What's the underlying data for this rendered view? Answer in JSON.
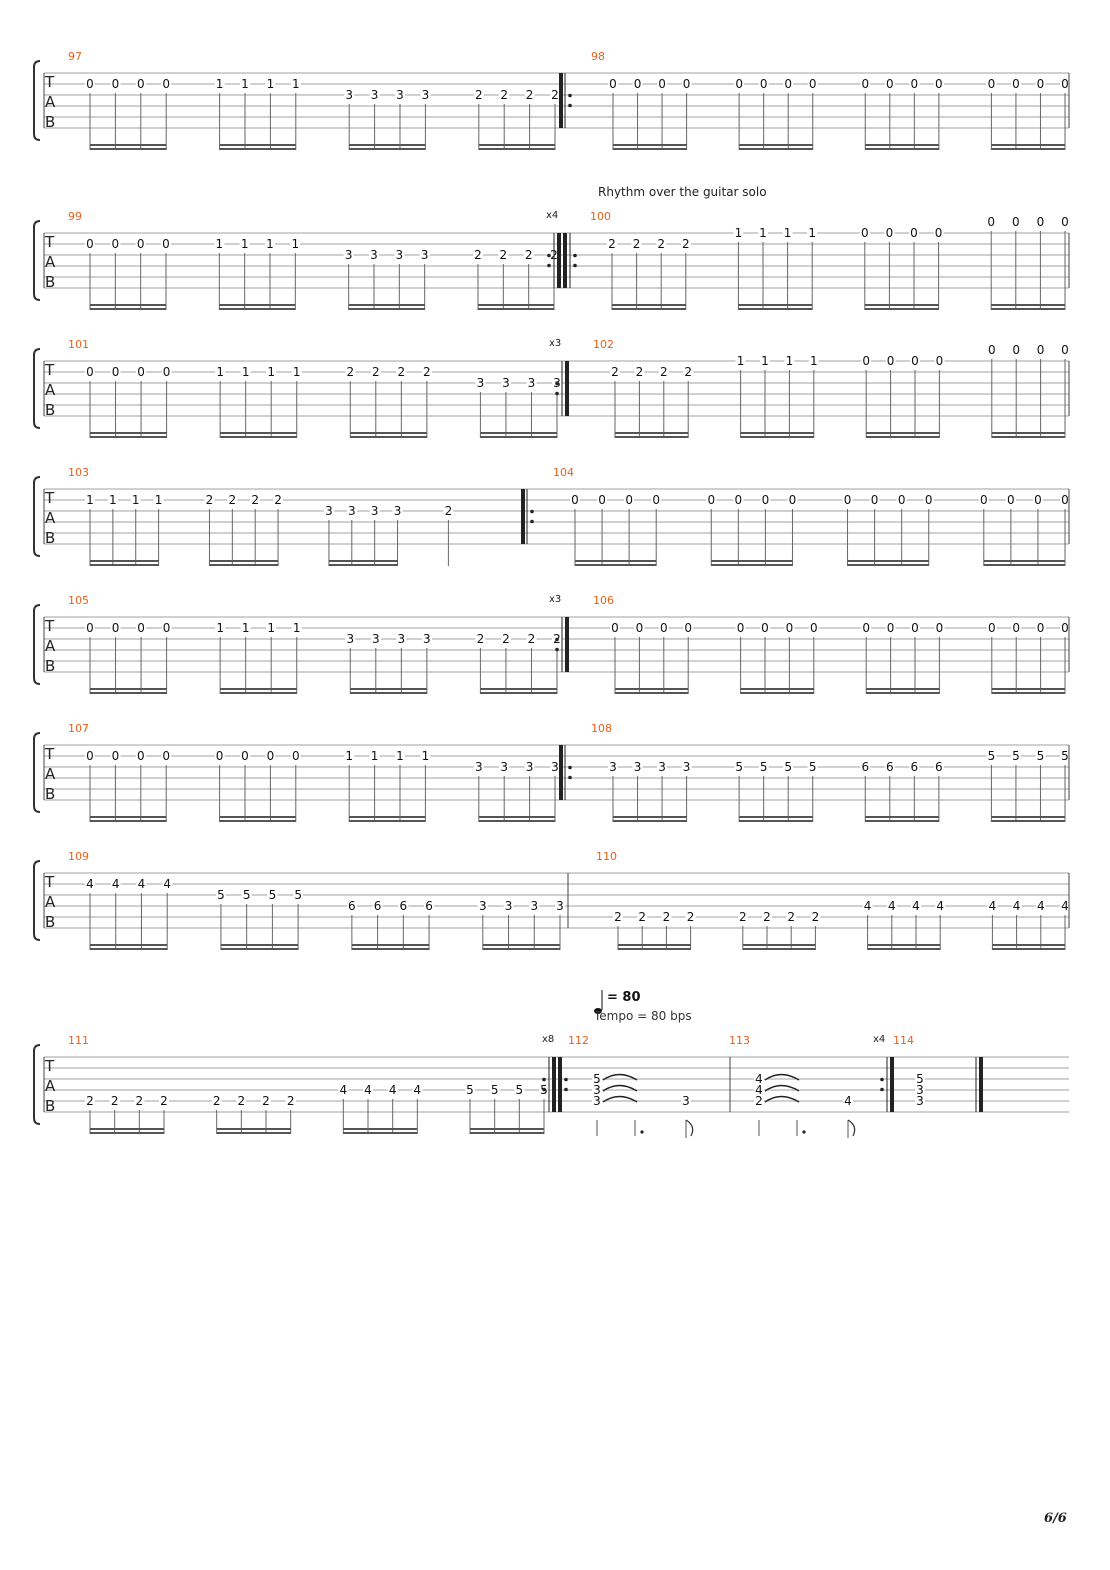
{
  "page": {
    "number_label": "6/6"
  },
  "tab_clef": [
    "T",
    "A",
    "B"
  ],
  "annotations": {
    "rhythm_text": "Rhythm over the guitar solo",
    "tempo_value": "= 80",
    "tempo_text": "Tempo = 80 bps"
  },
  "colors": {
    "measure_number": "#e8601c",
    "staff_line": "#9a9a9a",
    "note": "#111111"
  },
  "measures": [
    {
      "num": "97",
      "notes": [
        [
          0,
          "0"
        ],
        [
          0,
          "0"
        ],
        [
          0,
          "0"
        ],
        [
          0,
          "0"
        ],
        [
          0,
          "1"
        ],
        [
          0,
          "1"
        ],
        [
          0,
          "1"
        ],
        [
          0,
          "1"
        ],
        [
          1,
          "3"
        ],
        [
          1,
          "3"
        ],
        [
          1,
          "3"
        ],
        [
          1,
          "3"
        ],
        [
          1,
          "2"
        ],
        [
          1,
          "2"
        ],
        [
          1,
          "2"
        ],
        [
          1,
          "2"
        ]
      ]
    },
    {
      "num": "98",
      "notes": [
        [
          0,
          "0"
        ],
        [
          0,
          "0"
        ],
        [
          0,
          "0"
        ],
        [
          0,
          "0"
        ],
        [
          0,
          "0"
        ],
        [
          0,
          "0"
        ],
        [
          0,
          "0"
        ],
        [
          0,
          "0"
        ],
        [
          0,
          "0"
        ],
        [
          0,
          "0"
        ],
        [
          0,
          "0"
        ],
        [
          0,
          "0"
        ],
        [
          0,
          "0"
        ],
        [
          0,
          "0"
        ],
        [
          0,
          "0"
        ],
        [
          0,
          "0"
        ]
      ]
    },
    {
      "num": "99",
      "notes": [
        [
          0,
          "0"
        ],
        [
          0,
          "0"
        ],
        [
          0,
          "0"
        ],
        [
          0,
          "0"
        ],
        [
          0,
          "1"
        ],
        [
          0,
          "1"
        ],
        [
          0,
          "1"
        ],
        [
          0,
          "1"
        ],
        [
          1,
          "3"
        ],
        [
          1,
          "3"
        ],
        [
          1,
          "3"
        ],
        [
          1,
          "3"
        ],
        [
          1,
          "2"
        ],
        [
          1,
          "2"
        ],
        [
          1,
          "2"
        ],
        [
          1,
          "2"
        ]
      ]
    },
    {
      "num": "100",
      "notes": [
        [
          0,
          "2"
        ],
        [
          0,
          "2"
        ],
        [
          0,
          "2"
        ],
        [
          0,
          "2"
        ],
        [
          -1,
          "1"
        ],
        [
          -1,
          "1"
        ],
        [
          -1,
          "1"
        ],
        [
          -1,
          "1"
        ],
        [
          -1,
          "0"
        ],
        [
          -1,
          "0"
        ],
        [
          -1,
          "0"
        ],
        [
          -1,
          "0"
        ],
        [
          -2,
          "0"
        ],
        [
          -2,
          "0"
        ],
        [
          -2,
          "0"
        ],
        [
          -2,
          "0"
        ]
      ]
    },
    {
      "num": "101",
      "notes": [
        [
          0,
          "0"
        ],
        [
          0,
          "0"
        ],
        [
          0,
          "0"
        ],
        [
          0,
          "0"
        ],
        [
          0,
          "1"
        ],
        [
          0,
          "1"
        ],
        [
          0,
          "1"
        ],
        [
          0,
          "1"
        ],
        [
          0,
          "2"
        ],
        [
          0,
          "2"
        ],
        [
          0,
          "2"
        ],
        [
          0,
          "2"
        ],
        [
          1,
          "3"
        ],
        [
          1,
          "3"
        ],
        [
          1,
          "3"
        ],
        [
          1,
          "3"
        ]
      ]
    },
    {
      "num": "102",
      "notes": [
        [
          0,
          "2"
        ],
        [
          0,
          "2"
        ],
        [
          0,
          "2"
        ],
        [
          0,
          "2"
        ],
        [
          -1,
          "1"
        ],
        [
          -1,
          "1"
        ],
        [
          -1,
          "1"
        ],
        [
          -1,
          "1"
        ],
        [
          -1,
          "0"
        ],
        [
          -1,
          "0"
        ],
        [
          -1,
          "0"
        ],
        [
          -1,
          "0"
        ],
        [
          -2,
          "0"
        ],
        [
          -2,
          "0"
        ],
        [
          -2,
          "0"
        ],
        [
          -2,
          "0"
        ]
      ]
    },
    {
      "num": "103",
      "notes": [
        [
          0,
          "1"
        ],
        [
          0,
          "1"
        ],
        [
          0,
          "1"
        ],
        [
          0,
          "1"
        ],
        [
          0,
          "2"
        ],
        [
          0,
          "2"
        ],
        [
          0,
          "2"
        ],
        [
          0,
          "2"
        ],
        [
          1,
          "3"
        ],
        [
          1,
          "3"
        ],
        [
          1,
          "3"
        ],
        [
          1,
          "3"
        ],
        [
          1,
          "2"
        ]
      ]
    },
    {
      "num": "104",
      "notes": [
        [
          0,
          "0"
        ],
        [
          0,
          "0"
        ],
        [
          0,
          "0"
        ],
        [
          0,
          "0"
        ],
        [
          0,
          "0"
        ],
        [
          0,
          "0"
        ],
        [
          0,
          "0"
        ],
        [
          0,
          "0"
        ],
        [
          0,
          "0"
        ],
        [
          0,
          "0"
        ],
        [
          0,
          "0"
        ],
        [
          0,
          "0"
        ],
        [
          0,
          "0"
        ],
        [
          0,
          "0"
        ],
        [
          0,
          "0"
        ],
        [
          0,
          "0"
        ]
      ]
    },
    {
      "num": "105",
      "notes": [
        [
          0,
          "0"
        ],
        [
          0,
          "0"
        ],
        [
          0,
          "0"
        ],
        [
          0,
          "0"
        ],
        [
          0,
          "1"
        ],
        [
          0,
          "1"
        ],
        [
          0,
          "1"
        ],
        [
          0,
          "1"
        ],
        [
          1,
          "3"
        ],
        [
          1,
          "3"
        ],
        [
          1,
          "3"
        ],
        [
          1,
          "3"
        ],
        [
          1,
          "2"
        ],
        [
          1,
          "2"
        ],
        [
          1,
          "2"
        ],
        [
          1,
          "2"
        ]
      ]
    },
    {
      "num": "106",
      "notes": [
        [
          0,
          "0"
        ],
        [
          0,
          "0"
        ],
        [
          0,
          "0"
        ],
        [
          0,
          "0"
        ],
        [
          0,
          "0"
        ],
        [
          0,
          "0"
        ],
        [
          0,
          "0"
        ],
        [
          0,
          "0"
        ],
        [
          0,
          "0"
        ],
        [
          0,
          "0"
        ],
        [
          0,
          "0"
        ],
        [
          0,
          "0"
        ],
        [
          0,
          "0"
        ],
        [
          0,
          "0"
        ],
        [
          0,
          "0"
        ],
        [
          0,
          "0"
        ]
      ]
    },
    {
      "num": "107",
      "notes": [
        [
          0,
          "0"
        ],
        [
          0,
          "0"
        ],
        [
          0,
          "0"
        ],
        [
          0,
          "0"
        ],
        [
          0,
          "0"
        ],
        [
          0,
          "0"
        ],
        [
          0,
          "0"
        ],
        [
          0,
          "0"
        ],
        [
          0,
          "1"
        ],
        [
          0,
          "1"
        ],
        [
          0,
          "1"
        ],
        [
          0,
          "1"
        ],
        [
          1,
          "3"
        ],
        [
          1,
          "3"
        ],
        [
          1,
          "3"
        ],
        [
          1,
          "3"
        ]
      ]
    },
    {
      "num": "108",
      "notes": [
        [
          1,
          "3"
        ],
        [
          1,
          "3"
        ],
        [
          1,
          "3"
        ],
        [
          1,
          "3"
        ],
        [
          1,
          "5"
        ],
        [
          1,
          "5"
        ],
        [
          1,
          "5"
        ],
        [
          1,
          "5"
        ],
        [
          1,
          "6"
        ],
        [
          1,
          "6"
        ],
        [
          1,
          "6"
        ],
        [
          1,
          "6"
        ],
        [
          0,
          "5"
        ],
        [
          0,
          "5"
        ],
        [
          0,
          "5"
        ],
        [
          0,
          "5"
        ]
      ]
    },
    {
      "num": "109",
      "notes": [
        [
          0,
          "4"
        ],
        [
          0,
          "4"
        ],
        [
          0,
          "4"
        ],
        [
          0,
          "4"
        ],
        [
          1,
          "5"
        ],
        [
          1,
          "5"
        ],
        [
          1,
          "5"
        ],
        [
          1,
          "5"
        ],
        [
          2,
          "6"
        ],
        [
          2,
          "6"
        ],
        [
          2,
          "6"
        ],
        [
          2,
          "6"
        ],
        [
          2,
          "3"
        ],
        [
          2,
          "3"
        ],
        [
          2,
          "3"
        ],
        [
          2,
          "3"
        ]
      ]
    },
    {
      "num": "110",
      "notes": [
        [
          3,
          "2"
        ],
        [
          3,
          "2"
        ],
        [
          3,
          "2"
        ],
        [
          3,
          "2"
        ],
        [
          3,
          "2"
        ],
        [
          3,
          "2"
        ],
        [
          3,
          "2"
        ],
        [
          3,
          "2"
        ],
        [
          2,
          "4"
        ],
        [
          2,
          "4"
        ],
        [
          2,
          "4"
        ],
        [
          2,
          "4"
        ],
        [
          2,
          "4"
        ],
        [
          2,
          "4"
        ],
        [
          2,
          "4"
        ],
        [
          2,
          "4"
        ]
      ]
    },
    {
      "num": "111",
      "notes": [
        [
          3,
          "2"
        ],
        [
          3,
          "2"
        ],
        [
          3,
          "2"
        ],
        [
          3,
          "2"
        ],
        [
          3,
          "2"
        ],
        [
          3,
          "2"
        ],
        [
          3,
          "2"
        ],
        [
          3,
          "2"
        ],
        [
          2,
          "4"
        ],
        [
          2,
          "4"
        ],
        [
          2,
          "4"
        ],
        [
          2,
          "4"
        ],
        [
          2,
          "5"
        ],
        [
          2,
          "5"
        ],
        [
          2,
          "5"
        ],
        [
          2,
          "5"
        ]
      ]
    },
    {
      "num": "112",
      "chords": [
        [
          "5",
          "3",
          "3"
        ],
        [
          "3"
        ]
      ]
    },
    {
      "num": "113",
      "chords": [
        [
          "4",
          "4",
          "2"
        ],
        [
          "4"
        ]
      ]
    },
    {
      "num": "114",
      "chords": [
        [
          "5",
          "3",
          "3"
        ]
      ]
    }
  ],
  "repeat_counts": [
    "x4",
    "x3",
    "x3",
    "x8",
    "x4"
  ]
}
